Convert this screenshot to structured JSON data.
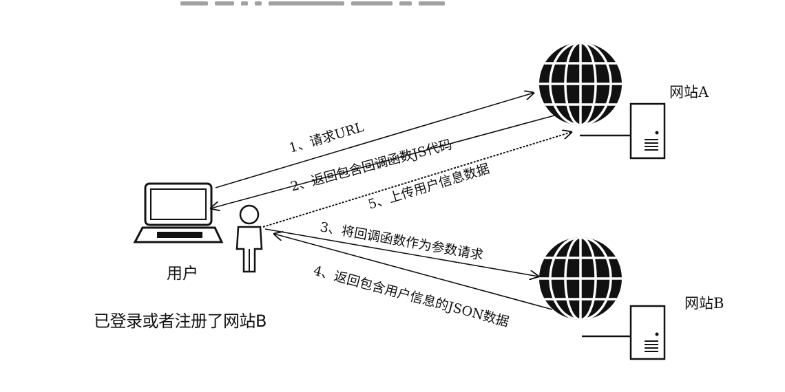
{
  "labels": {
    "site_a": "网站A",
    "site_b": "网站B",
    "user": "用户",
    "note": "已登录或者注册了网站B"
  },
  "steps": [
    {
      "n": 1,
      "text": "1、请求URL"
    },
    {
      "n": 2,
      "text": "2、返回包含回调函数JS代码"
    },
    {
      "n": 3,
      "text": "3、将回调函数作为参数请求"
    },
    {
      "n": 4,
      "text": "4、返回包含用户信息的JSON数据"
    },
    {
      "n": 5,
      "text": "5、上传用户信息数据"
    }
  ],
  "icons": [
    "laptop-icon",
    "person-icon",
    "globe-icon",
    "server-icon"
  ]
}
